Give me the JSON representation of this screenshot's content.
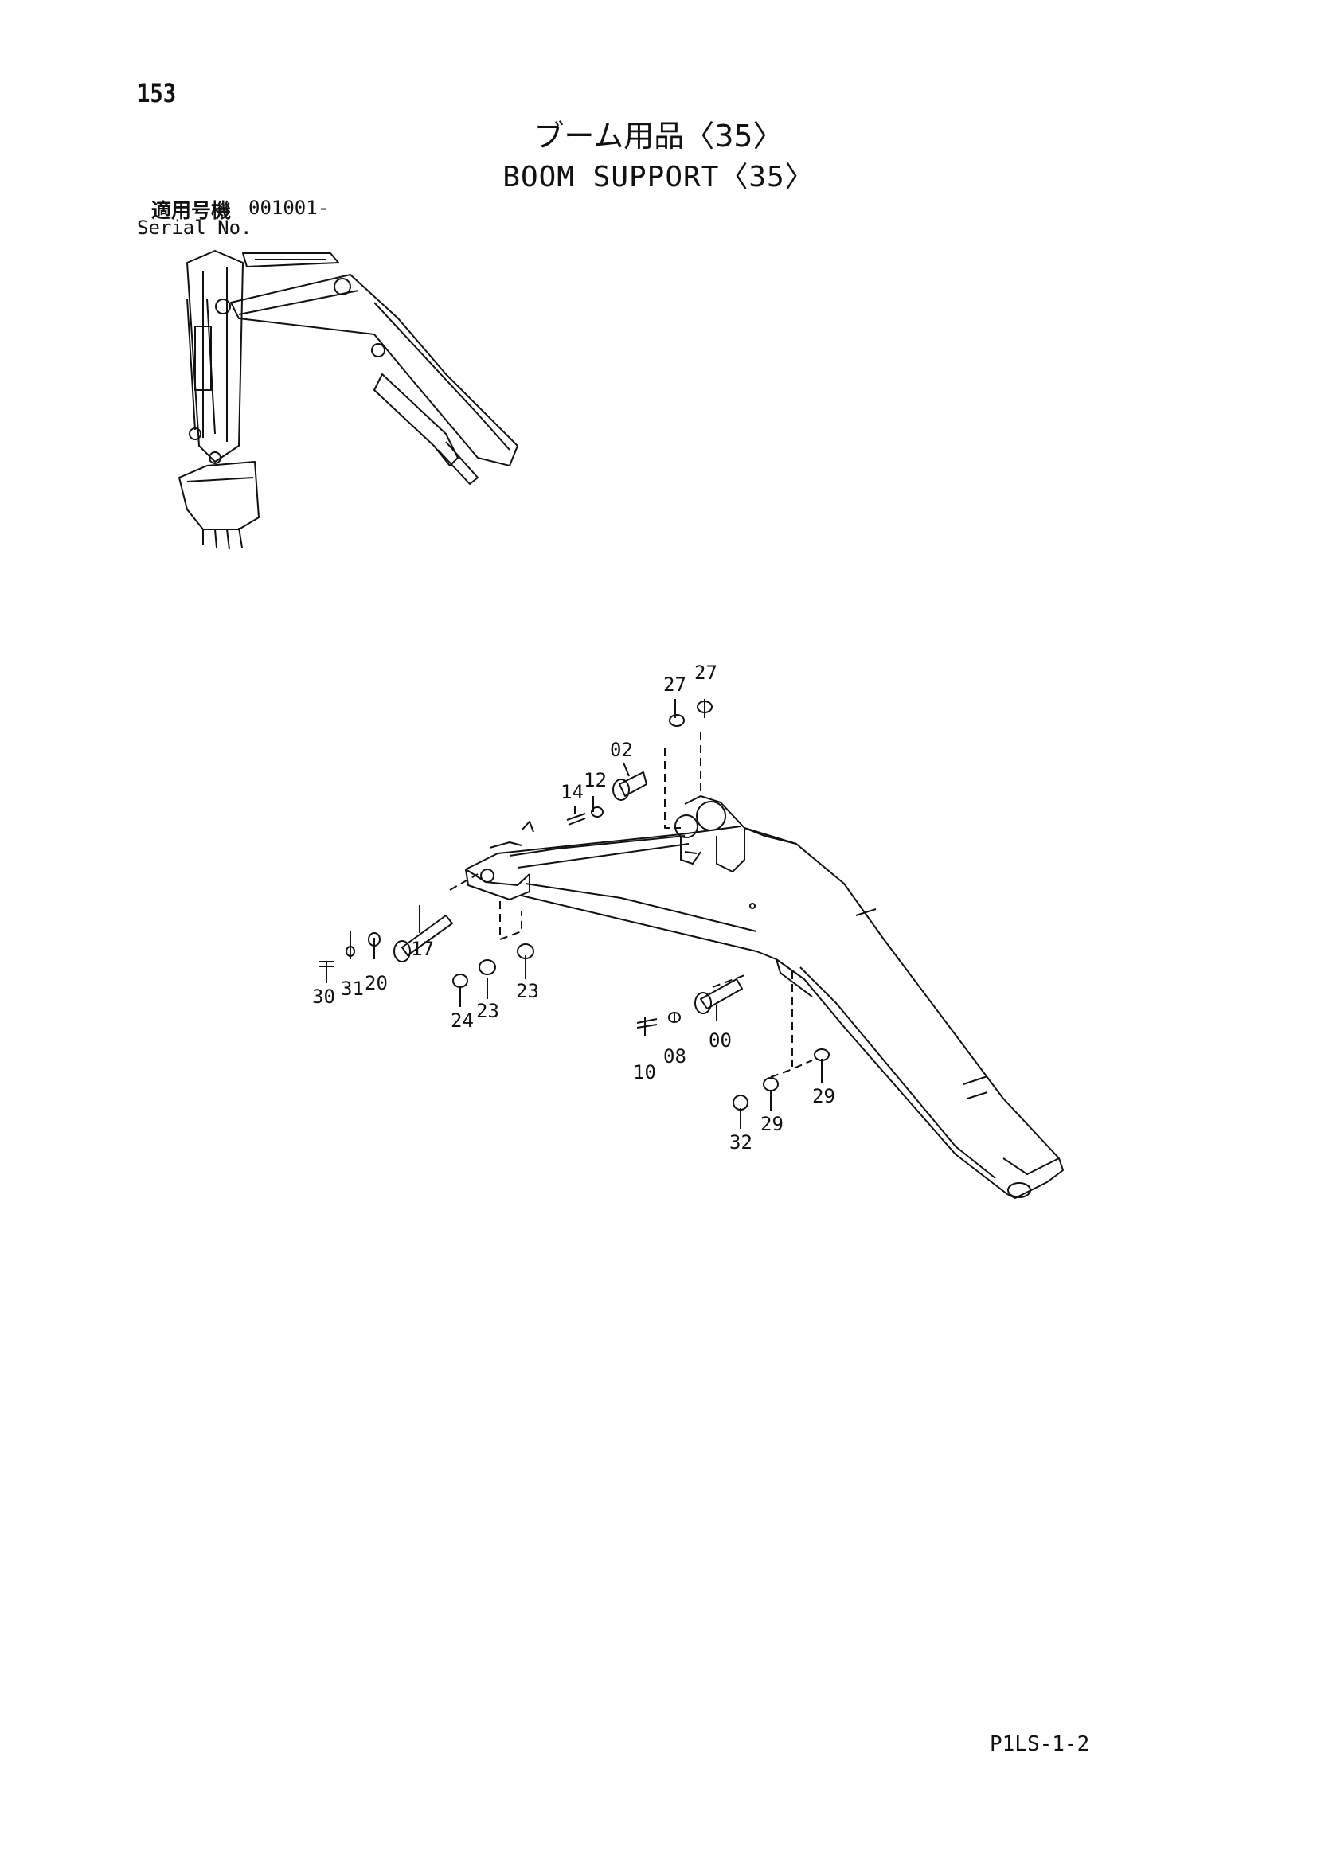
{
  "page": {
    "number": "153",
    "title_jp": "ブーム用品〈35〉",
    "title_en": "BOOM SUPPORT〈35〉",
    "serial_label_jp": "適用号機",
    "serial_value": "001001-",
    "serial_label_en": "Serial No.",
    "doc_code": "P1LS-1-2"
  },
  "callouts": {
    "c27a": "27",
    "c27b": "27",
    "c02": "02",
    "c14": "14",
    "c12": "12",
    "c17": "17",
    "c30": "30",
    "c31": "31",
    "c20": "20",
    "c24": "24",
    "c23a": "23",
    "c23b": "23",
    "c10": "10",
    "c08": "08",
    "c00": "00",
    "c32": "32",
    "c29a": "29",
    "c29b": "29"
  }
}
